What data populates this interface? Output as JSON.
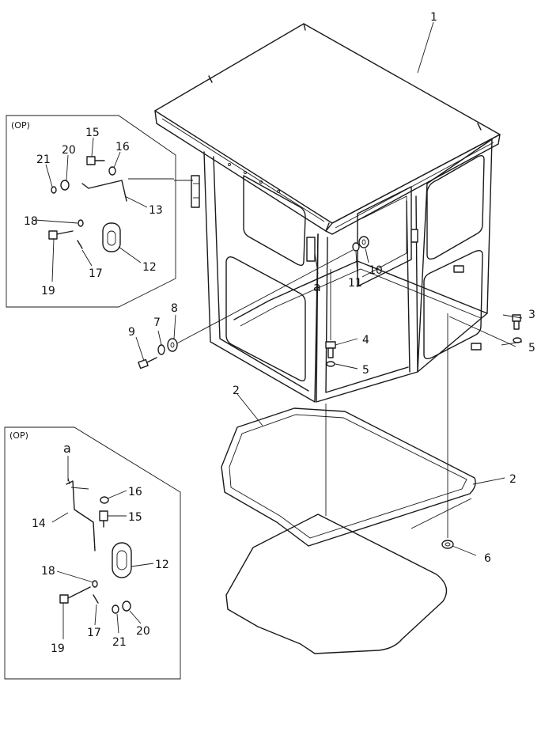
{
  "panels": {
    "upper_op": "(OP)",
    "lower_op": "(OP)"
  },
  "callouts": {
    "main": [
      "1",
      "2",
      "2",
      "3",
      "4",
      "5",
      "5",
      "6",
      "7",
      "8",
      "9",
      "10",
      "11"
    ],
    "ref_letter": "a",
    "upper_detail": [
      "12",
      "13",
      "15",
      "16",
      "17",
      "18",
      "19",
      "20",
      "21"
    ],
    "lower_detail": [
      "a",
      "12",
      "14",
      "15",
      "16",
      "17",
      "18",
      "19",
      "20",
      "21"
    ]
  }
}
